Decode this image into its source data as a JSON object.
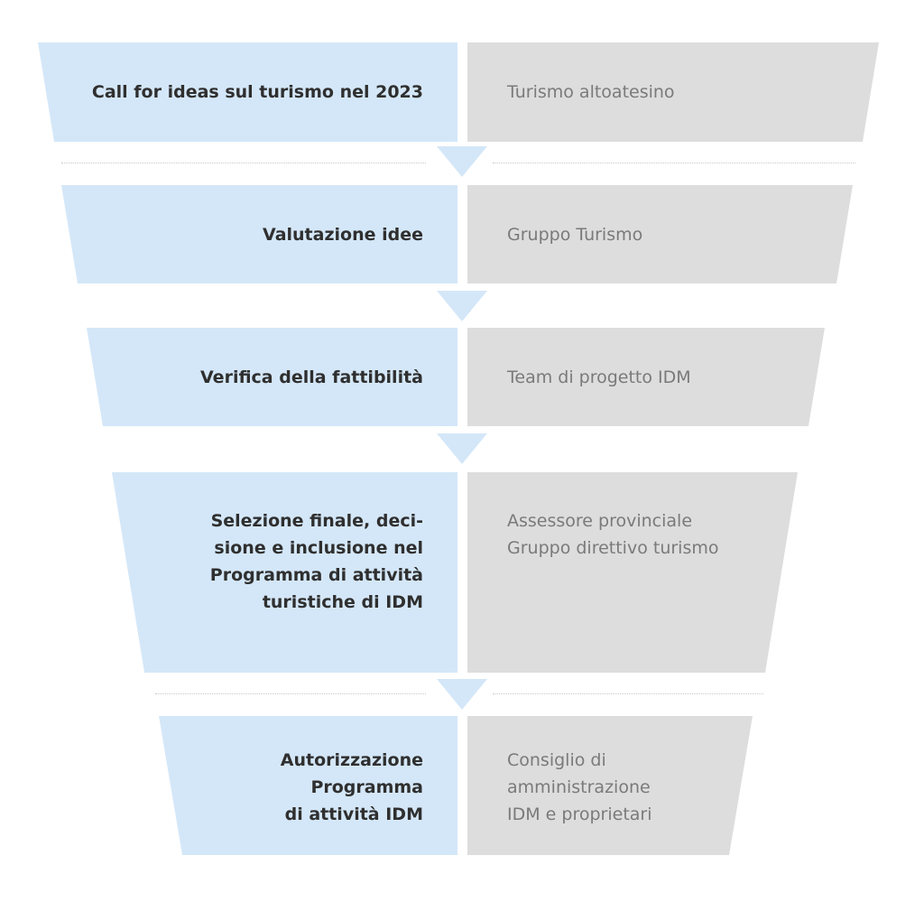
{
  "colors": {
    "left_panel": "#d4e7f8",
    "right_panel": "#dddddd",
    "arrow": "#d4e7f8",
    "divider": "#c8c8c8",
    "left_text": "#2f2f2f",
    "right_text": "#7a7a7a"
  },
  "steps": [
    {
      "left_lines": [
        "Call for ideas sul turismo nel 2023"
      ],
      "right_lines": [
        "Turismo altoatesino"
      ]
    },
    {
      "left_lines": [
        "Valutazione idee"
      ],
      "right_lines": [
        "Gruppo Turismo"
      ]
    },
    {
      "left_lines": [
        "Verifica della fattibilità"
      ],
      "right_lines": [
        "Team di progetto IDM"
      ]
    },
    {
      "left_lines": [
        "Selezione finale, deci-",
        "sione e inclusione nel",
        "Programma di attività",
        "turistiche di IDM"
      ],
      "right_lines": [
        "Assessore provinciale",
        "Gruppo direttivo turismo"
      ]
    },
    {
      "left_lines": [
        "Autorizzazione",
        "Programma",
        "di attività IDM"
      ],
      "right_lines": [
        "Consiglio di",
        "amministrazione",
        " IDM e proprietari"
      ]
    }
  ]
}
